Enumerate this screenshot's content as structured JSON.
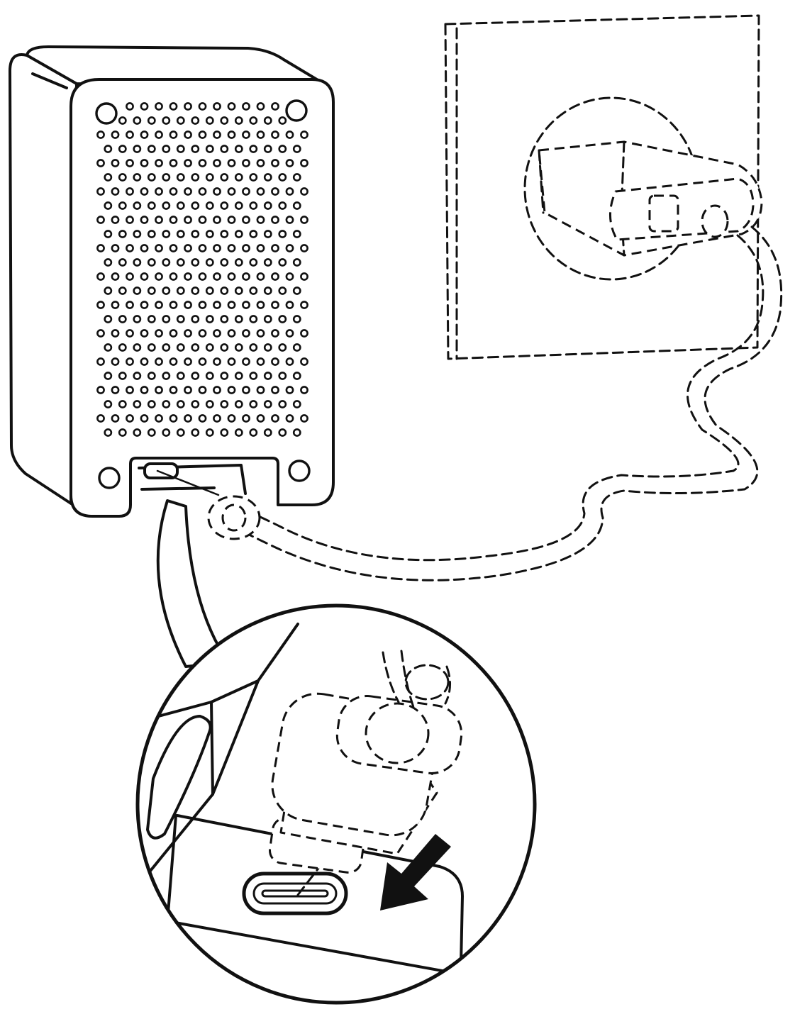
{
  "figure": {
    "kind": "line-art instruction illustration",
    "ink_color": "#111111",
    "background_color": "#ffffff",
    "parts": [
      "speaker-device",
      "perforated-grille",
      "corner-screws",
      "usb-c-port",
      "power-cable",
      "wall-outlet",
      "power-plug",
      "magnifier-callout",
      "unplug-arrow"
    ]
  }
}
